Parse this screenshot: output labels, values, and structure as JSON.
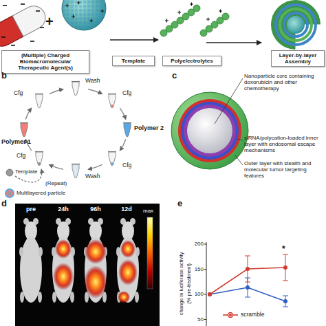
{
  "diagram": {
    "nodes": [
      {
        "text": [
          "(Multiple) Charged Biomacromolecular Therapeutic Agent(s)"
        ]
      },
      {
        "text": [
          "Template"
        ]
      },
      {
        "text": [
          "Polyelectrolytes"
        ]
      },
      {
        "text": [
          "Layer-by-layer Assembly"
        ]
      }
    ],
    "labels": [
      "+",
      "b",
      "Wash",
      "Cfg",
      "Cfg",
      "Polymer 2",
      "Cfg",
      "Wash",
      "Cfg",
      "Polymer 1",
      "Template",
      "(Repeat)",
      "Multilayered particle",
      "c",
      "Nanoparticle core containing doxorubicin and other chemotherapy",
      "siRNA/polycation-loaded inner layer with endosomal escape mechanisms",
      "Outer layer with stealth and molecular tumor targeting features",
      "d",
      "pre",
      "24h",
      "96h",
      "12d",
      "max",
      "e",
      "200",
      "150",
      "100",
      "50",
      "change in luciferase activity",
      "(% pre-treatment)",
      "*"
    ],
    "legend": [
      {
        "text": "scramble"
      }
    ]
  }
}
